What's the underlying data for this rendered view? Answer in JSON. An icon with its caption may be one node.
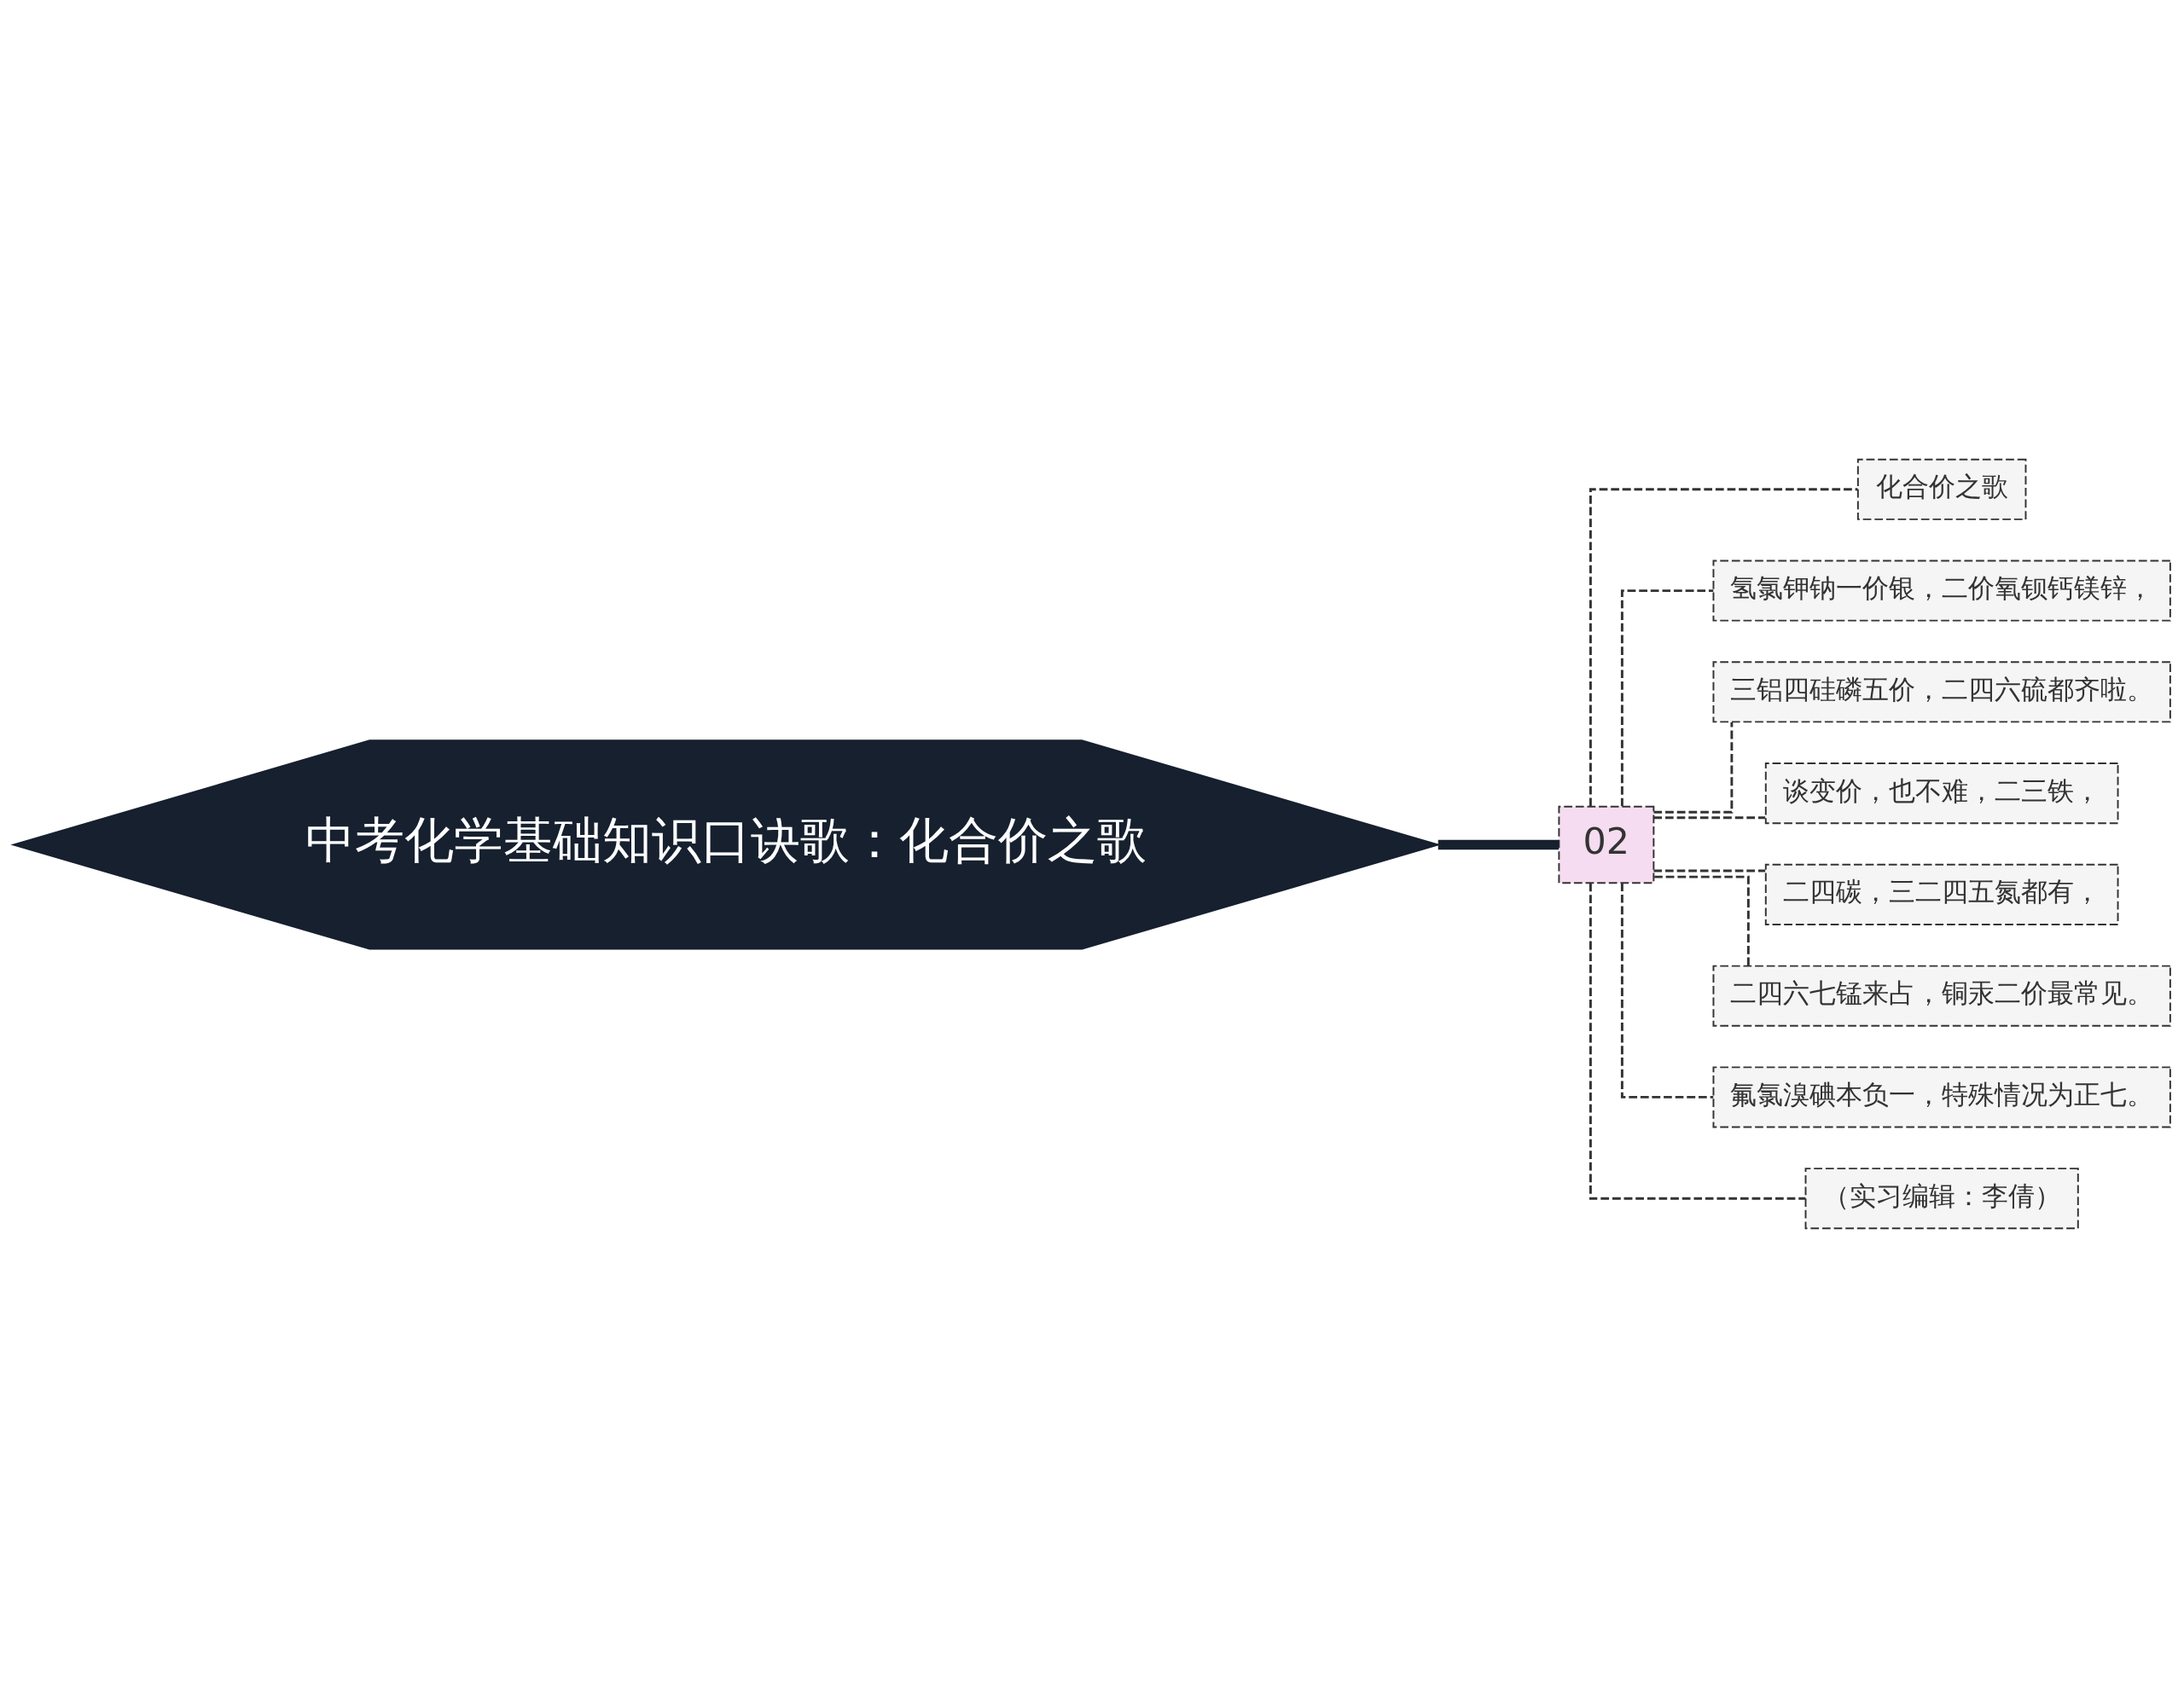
{
  "diagram": {
    "nodes": [
      {
        "text": [
          "中考化学基础知识口诀歌：化合价之歌"
        ]
      },
      {
        "text": [
          "02"
        ]
      },
      {
        "text": [
          "化合价之歌"
        ]
      },
      {
        "text": [
          "氢氯钾钠一价银，二价氧钡钙镁锌，"
        ]
      },
      {
        "text": [
          "三铝四硅磷五价，二四六硫都齐啦。"
        ]
      },
      {
        "text": [
          "谈变价，也不难，二三铁，"
        ]
      },
      {
        "text": [
          "二四碳，三二四五氮都有，"
        ]
      },
      {
        "text": [
          "二四六七锰来占，铜汞二价最常见。"
        ]
      },
      {
        "text": [
          "氟氯溴碘本负一，特殊情况为正七。"
        ]
      },
      {
        "text": [
          "（实习编辑：李倩）"
        ]
      }
    ],
    "edges": [
      {
        "from": 0,
        "to": 1,
        "arrow": "none",
        "style": "thick"
      },
      {
        "from": 1,
        "to": 2,
        "arrow": "none",
        "style": "dashed"
      },
      {
        "from": 1,
        "to": 3,
        "arrow": "none",
        "style": "dashed"
      },
      {
        "from": 1,
        "to": 4,
        "arrow": "none",
        "style": "dashed"
      },
      {
        "from": 1,
        "to": 5,
        "arrow": "none",
        "style": "dashed"
      },
      {
        "from": 1,
        "to": 6,
        "arrow": "none",
        "style": "dashed"
      },
      {
        "from": 1,
        "to": 7,
        "arrow": "none",
        "style": "dashed"
      },
      {
        "from": 1,
        "to": 8,
        "arrow": "none",
        "style": "dashed"
      },
      {
        "from": 1,
        "to": 9,
        "arrow": "none",
        "style": "dashed"
      }
    ]
  }
}
